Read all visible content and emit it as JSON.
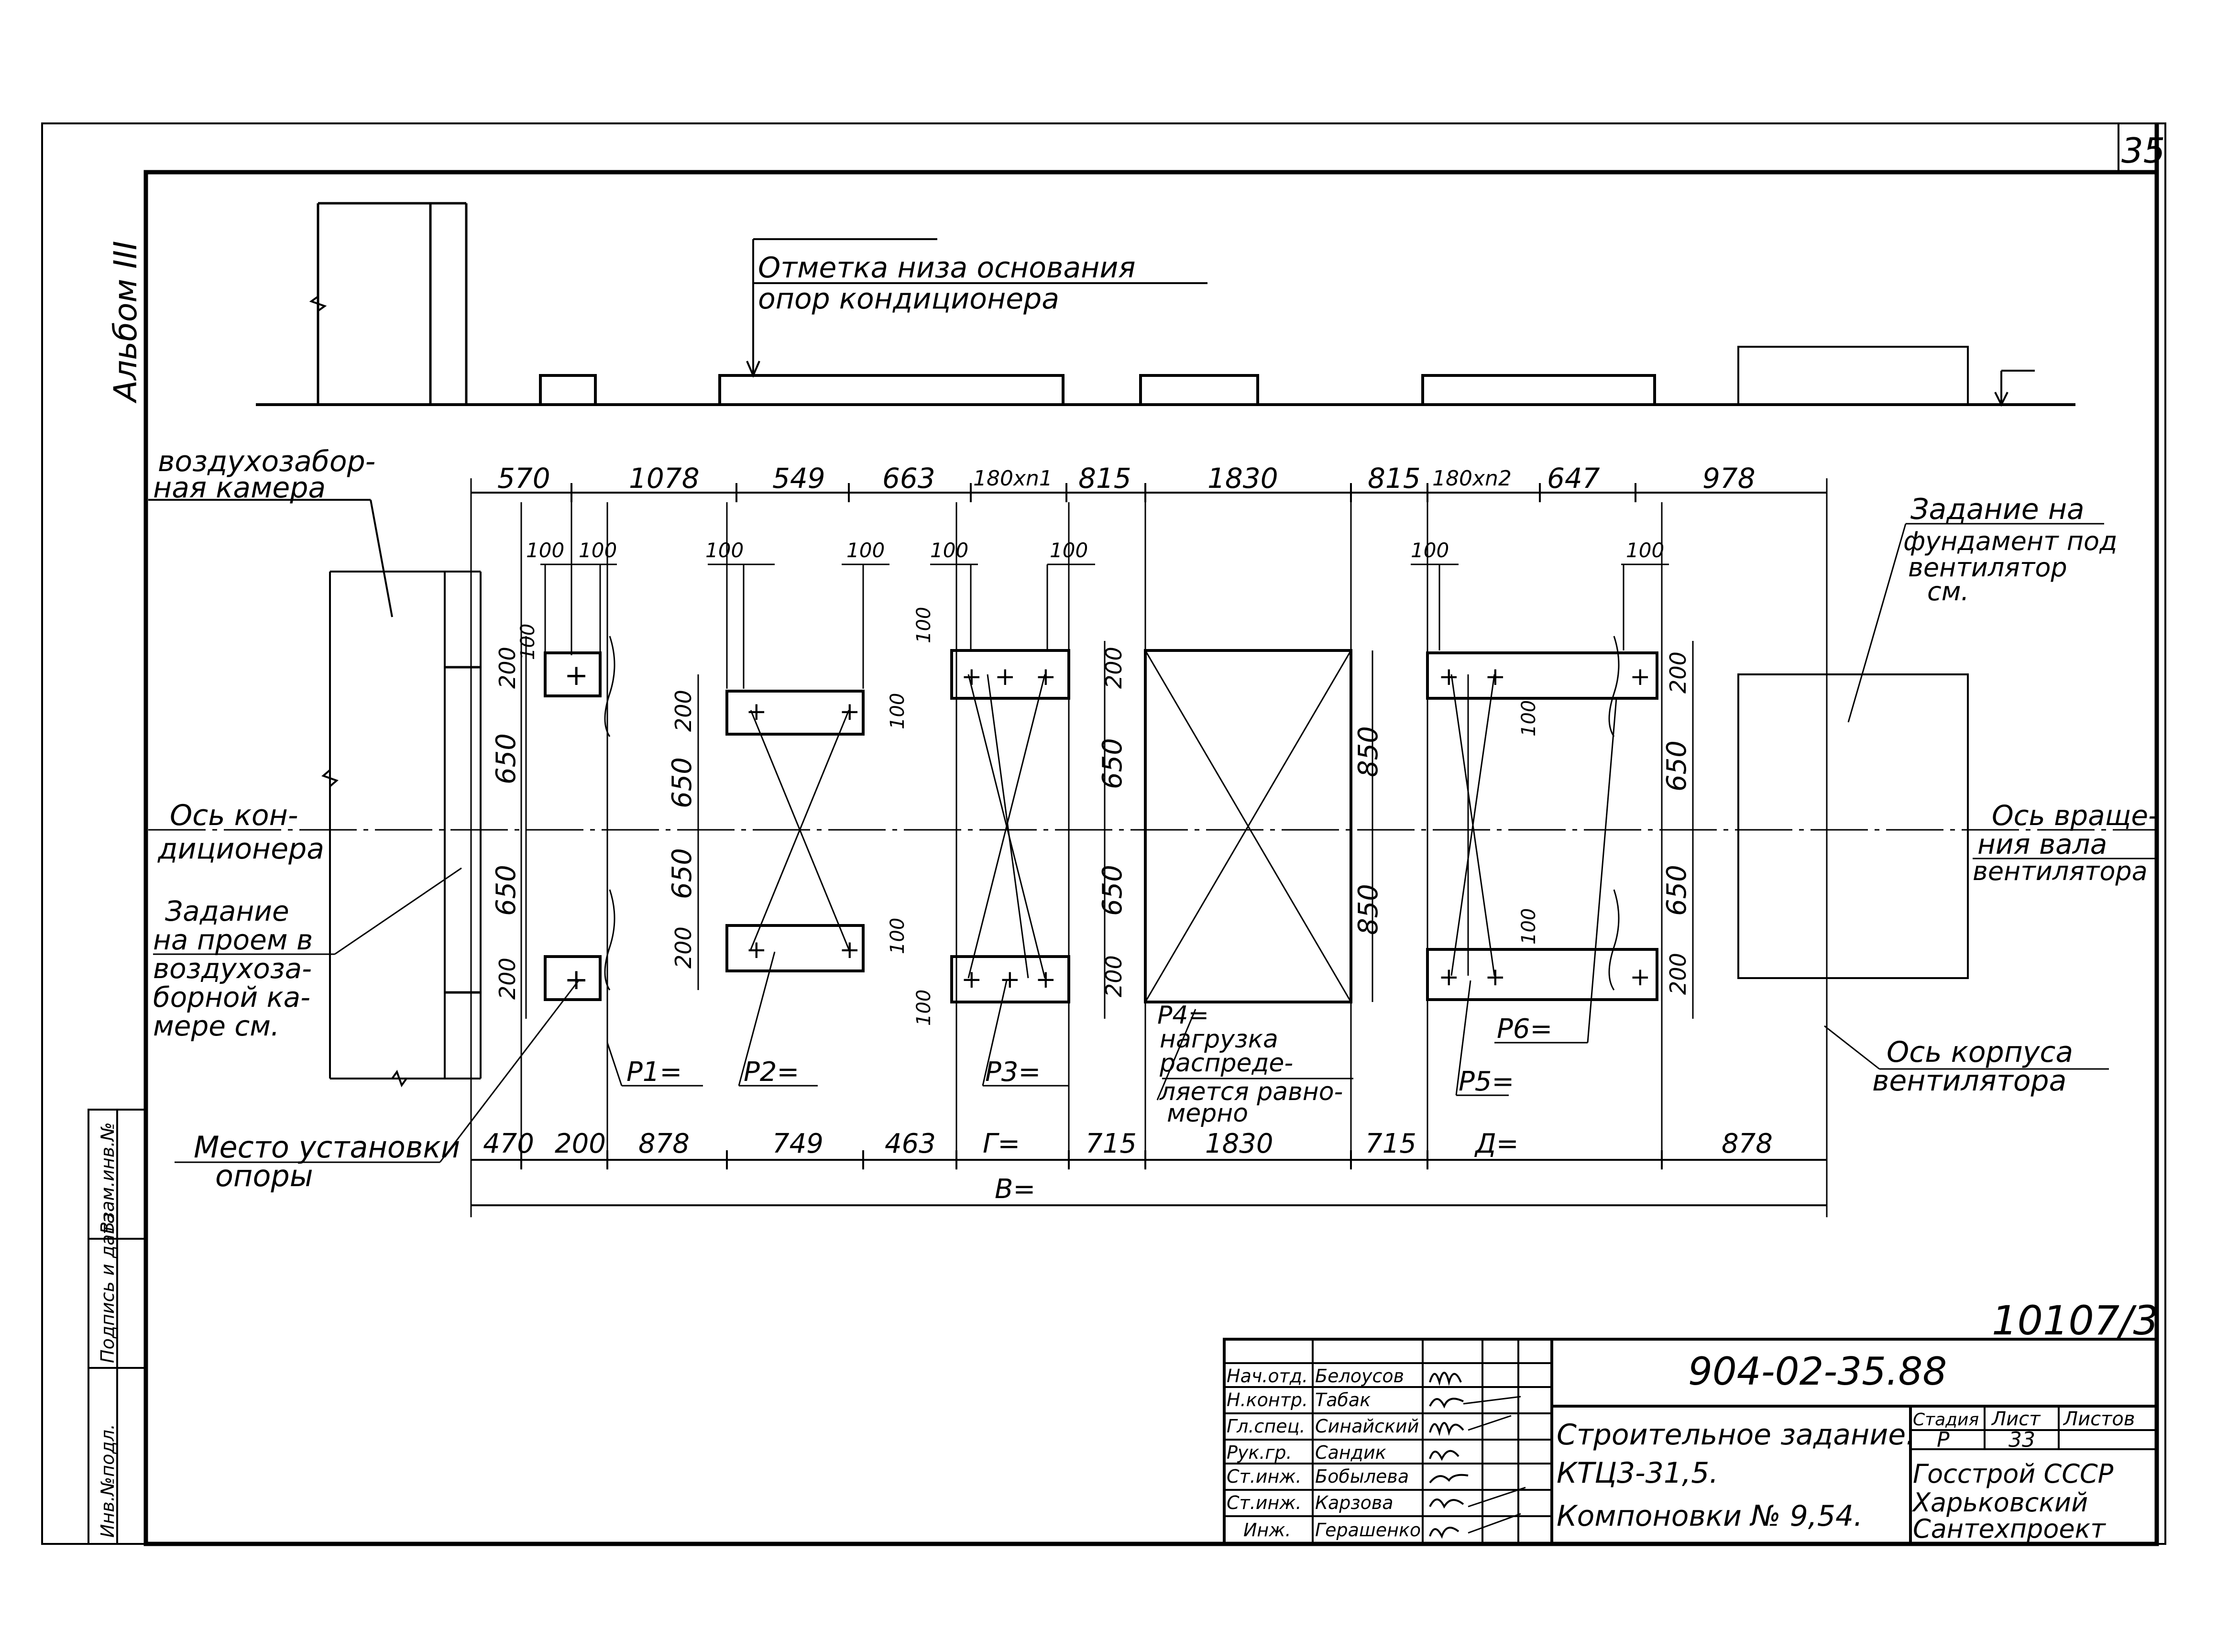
{
  "sheet": {
    "page_number": "35",
    "album": "Альбом III",
    "archive_no": "10107/3",
    "left_strip": [
      "Инв.№подл.",
      "Подпись и дата",
      "Взам.инв.№"
    ]
  },
  "labels": {
    "elevation_note": [
      "Отметка низа основания",
      "опор кондиционера"
    ],
    "intake_chamber": [
      "воздухозабор-",
      "ная камера"
    ],
    "fan_foundation": [
      "Задание на",
      "фундамент под",
      "вентилятор",
      "см."
    ],
    "ac_axis": [
      "Ось кон-",
      "диционера"
    ],
    "fan_shaft_axis": [
      "Ось враще-",
      "ния вала",
      "вентилятора"
    ],
    "opening_task": [
      "Задание",
      "на проем в",
      "воздухоза-",
      "борной ка-",
      "мере см."
    ],
    "fan_body_axis": [
      "Ось корпуса",
      "вентилятора"
    ],
    "support_place": [
      "Место установки",
      "опоры"
    ],
    "p4_note": [
      "P4=",
      "нагрузка",
      "распреде-",
      "ляется равно-",
      "мерно"
    ],
    "loads": [
      "P1=",
      "P2=",
      "P3=",
      "P5=",
      "P6="
    ]
  },
  "dimensions": {
    "top_row": [
      "570",
      "1078",
      "549",
      "663",
      "180xn1",
      "815",
      "1830",
      "815",
      "180xn2",
      "647",
      "978"
    ],
    "offsets": [
      "100",
      "100",
      "100",
      "100",
      "100",
      "100",
      "100",
      "100"
    ],
    "bottom_row": [
      "470",
      "200",
      "878",
      "749",
      "463",
      "Г=",
      "715",
      "1830",
      "715",
      "Д=",
      "878"
    ],
    "overall": "В=",
    "vertical_650": "650",
    "vertical_850": "850",
    "vertical_200": "200",
    "vertical_100": "100"
  },
  "title_block": {
    "doc_code": "904-02-35.88",
    "title": [
      "Строительное задание.",
      "КТЦ3-31,5.",
      "Компоновки № 9,54."
    ],
    "stage_head": "Стадия",
    "sheet_head": "Лист",
    "sheets_head": "Листов",
    "stage": "Р",
    "sheet_no": "33",
    "org": [
      "Госстрой СССР",
      "Харьковский",
      "Сантехпроект"
    ],
    "staff": [
      {
        "role": "Нач.отд.",
        "name": "Белоусов"
      },
      {
        "role": "Н.контр.",
        "name": "Табак"
      },
      {
        "role": "Гл.спец.",
        "name": "Синайский"
      },
      {
        "role": "Рук.гр.",
        "name": "Сандик"
      },
      {
        "role": "Ст.инж.",
        "name": "Бобылева"
      },
      {
        "role": "Ст.инж.",
        "name": "Карзова"
      },
      {
        "role": "Инж.",
        "name": "Герашенко"
      }
    ]
  }
}
